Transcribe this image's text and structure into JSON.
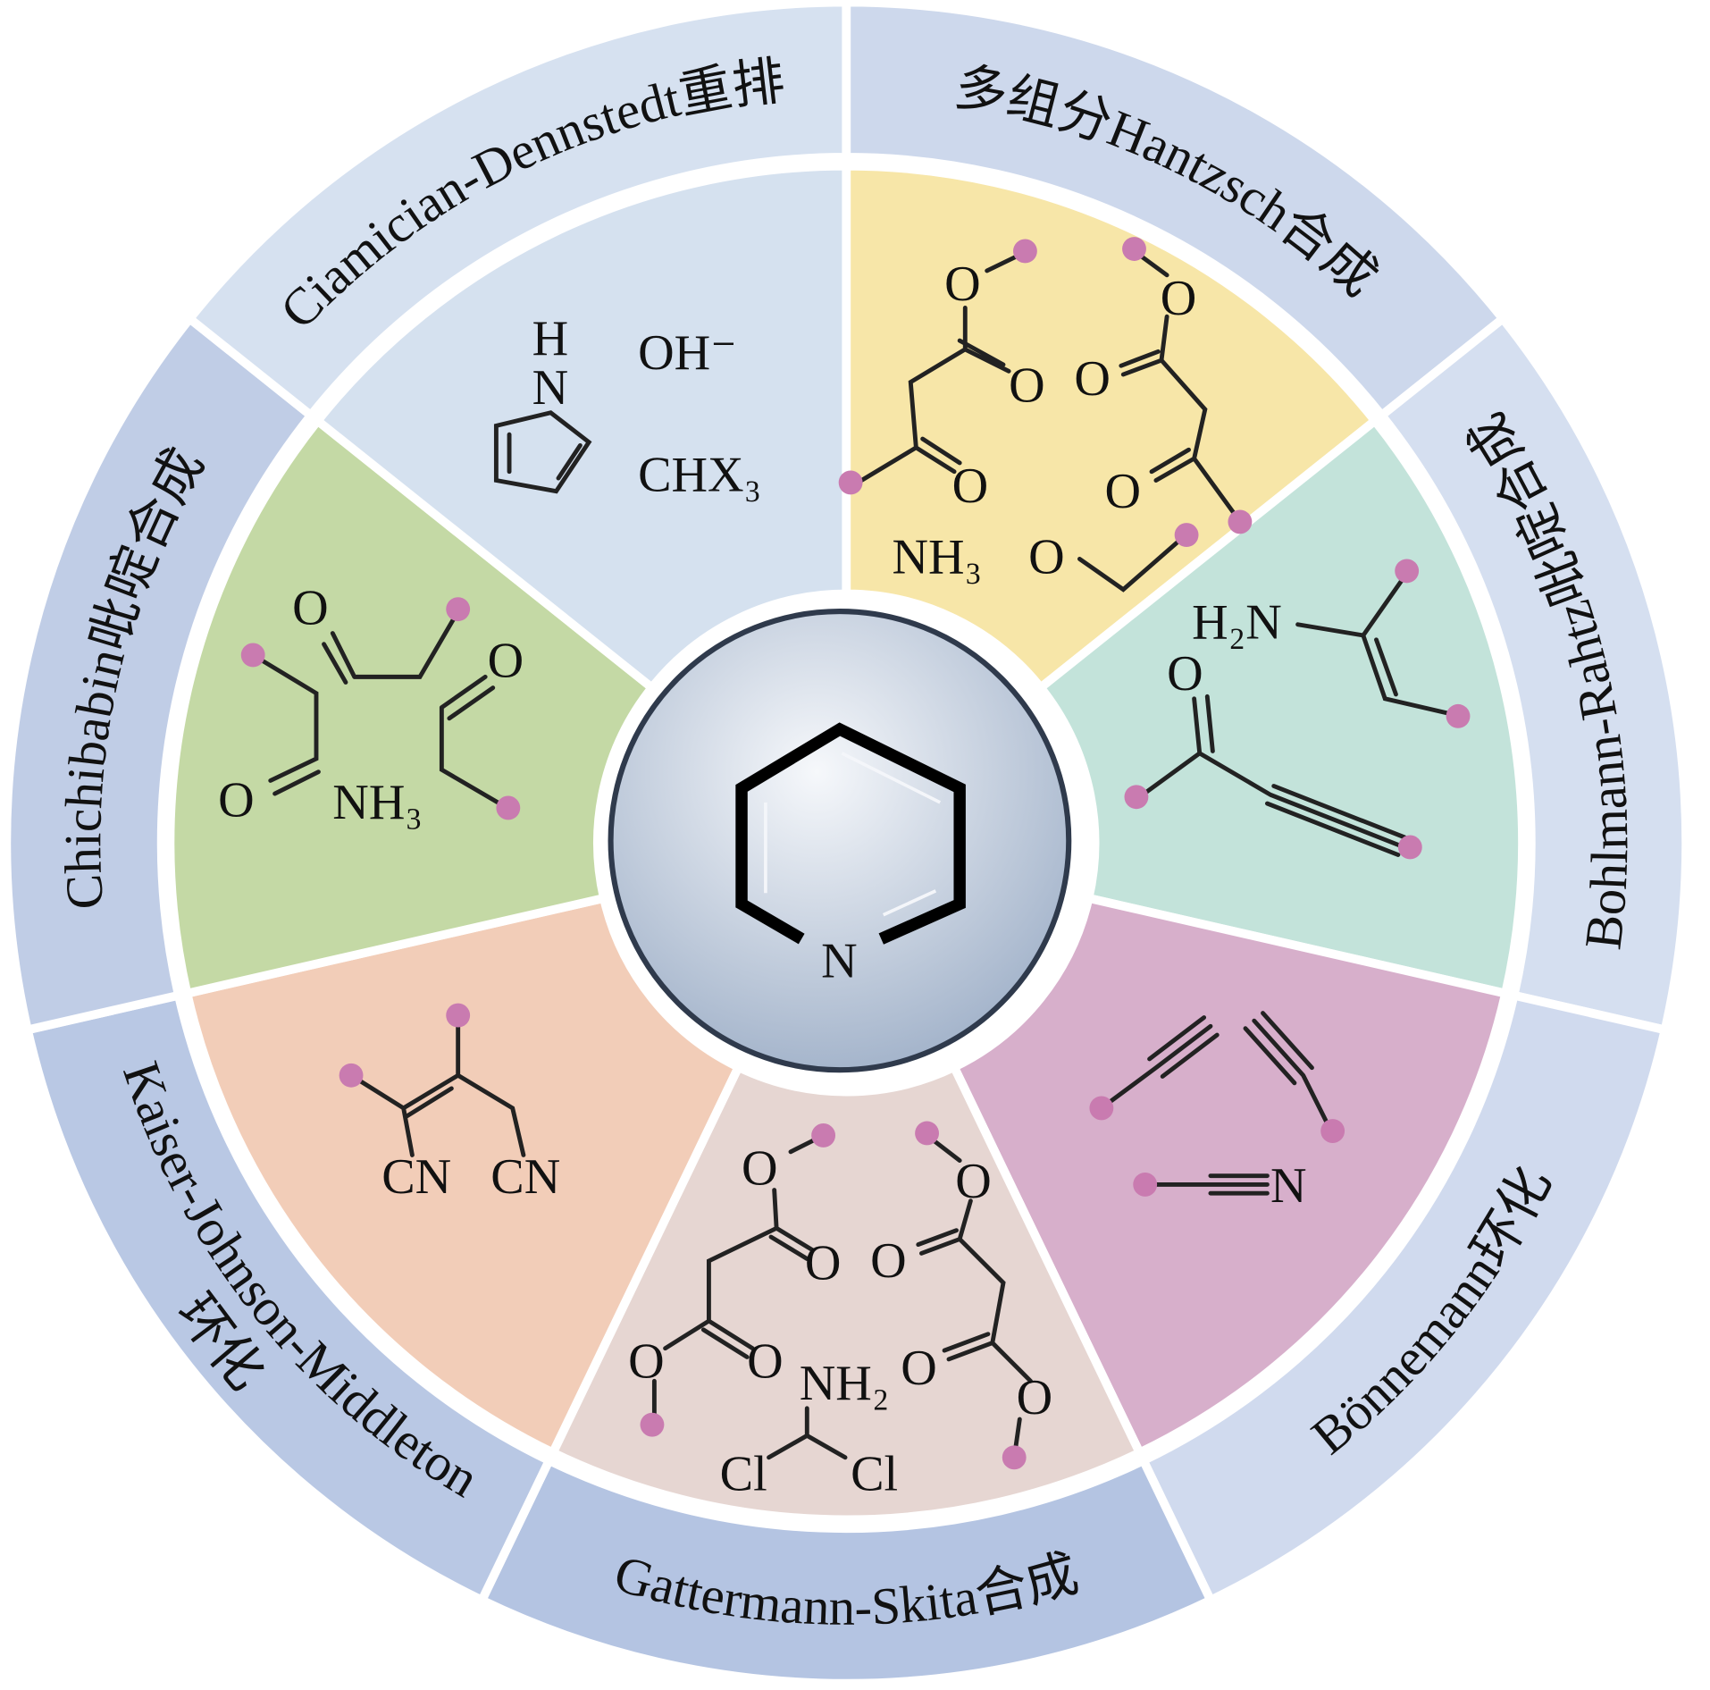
{
  "diagram": {
    "center_label": "N",
    "center_colors": {
      "light": "#f4f7fb",
      "dark": "#9fb0c8",
      "border": "#2f3a4c"
    },
    "sectors": [
      {
        "name": "hantzsch",
        "color": "#f7e6a8",
        "ring_color": "#cdd8ec",
        "labels": [
          "多组分Hantzsch合成"
        ],
        "direction": "cw"
      },
      {
        "name": "bohlmann-rahtz",
        "color": "#c3e3da",
        "ring_color": "#d5dff0",
        "labels": [
          "Bohlmann-Rahtz吡啶合成"
        ],
        "direction": "ccw"
      },
      {
        "name": "bonnemann",
        "color": "#d7afcb",
        "ring_color": "#d0daee",
        "labels": [
          "Bönnemann环化"
        ],
        "direction": "ccw"
      },
      {
        "name": "gattermann-skita",
        "color": "#e6d6d2",
        "ring_color": "#b4c4e2",
        "labels": [
          "Gattermann-Skita合成"
        ],
        "direction": "ccw"
      },
      {
        "name": "kaiser-johnson-middleton",
        "color": "#f2cdb8",
        "ring_color": "#b9c8e4",
        "labels": [
          "Kaiser-Johnson-Middleton",
          "环化"
        ],
        "direction": "ccw"
      },
      {
        "name": "chichibabin",
        "color": "#c4d9a5",
        "ring_color": "#c0cde6",
        "labels": [
          "Chichibabin吡啶合成"
        ],
        "direction": "cw"
      },
      {
        "name": "ciamician-dennstedt",
        "color": "#d5e1ef",
        "ring_color": "#d6e1f0",
        "labels": [
          "Ciamician-Dennstedt重排"
        ],
        "direction": "cw"
      }
    ],
    "structures": {
      "ciamician": {
        "h": "H",
        "n": "N",
        "oh": "OH⁻",
        "chx3": "CHX₃"
      },
      "hantzsch": {
        "o1": "O",
        "o2": "O",
        "o3": "O",
        "o4": "O",
        "o5": "O",
        "o6": "O",
        "o7": "O",
        "nh3": "NH₃"
      },
      "bohlmann": {
        "h2n": "H₂N",
        "o": "O"
      },
      "bonnemann": {
        "n": "N"
      },
      "gattermann": {
        "o1": "O",
        "o2": "O",
        "o3": "O",
        "o4": "O",
        "o5": "O",
        "o6": "O",
        "o7": "O",
        "o8": "O",
        "nh2": "NH₂",
        "cl1": "Cl",
        "cl2": "Cl"
      },
      "kaiser": {
        "cn1": "CN",
        "cn2": "CN"
      },
      "chichibabin": {
        "o1": "O",
        "o2": "O",
        "o3": "O",
        "nh3": "NH₃"
      }
    }
  }
}
